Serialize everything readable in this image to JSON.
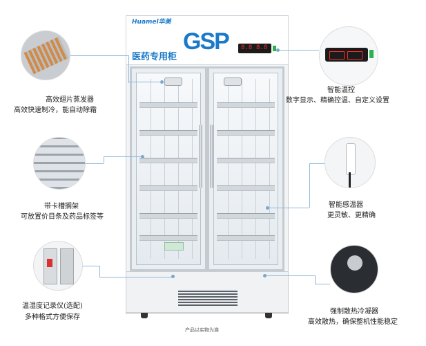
{
  "brand": {
    "logo_text": "Huamel",
    "logo_cn": "华美"
  },
  "product_title": "医药专用柜",
  "badge": "GSP",
  "display_readout": [
    "8.8",
    "8.8"
  ],
  "features": {
    "evaporator": {
      "line1": "高效翅片蒸发器",
      "line2": "高效快速制冷，能自动除霜"
    },
    "shelf": {
      "line1": "带卡槽搁架",
      "line2": "可放置价目条及药品标签等"
    },
    "recorder": {
      "line1": "温湿度记录仪(选配)",
      "line2": "多种格式方便保存"
    },
    "thermostat": {
      "line1": "智能温控",
      "line2": "数字显示、精确控温、自定义设置"
    },
    "sensor": {
      "line1": "智能感温器",
      "line2": "更灵敏、更精确"
    },
    "condenser": {
      "line1": "强制散热冷凝器",
      "line2": "高效散热，确保整机性能稳定"
    }
  },
  "footnote": "产品以实物为准",
  "colors": {
    "accent": "#1a79c9",
    "callout": "#8fb8d8",
    "display_red": "#ff2a2a"
  }
}
